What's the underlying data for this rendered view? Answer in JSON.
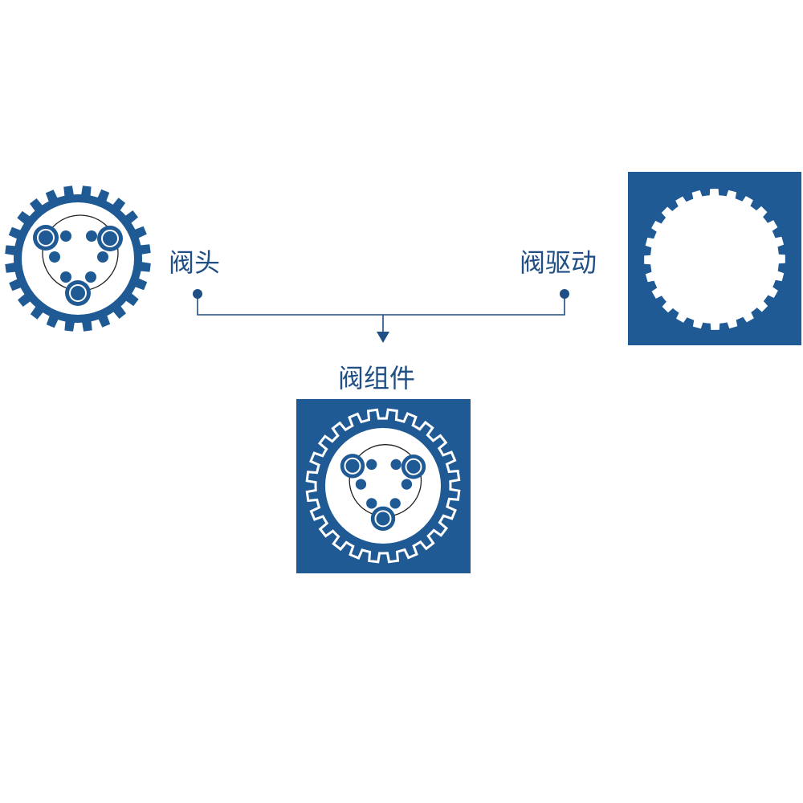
{
  "colors": {
    "primary": "#1f5a94",
    "line": "#1f4f84"
  },
  "nodes": {
    "valve_head": {
      "label": "阀头",
      "icon": "gear-with-bolts-icon"
    },
    "valve_drive": {
      "label": "阀驱动",
      "icon": "square-gear-cutout-icon"
    },
    "valve_assembly": {
      "label": "阀组件",
      "icon": "square-gear-with-bolts-icon"
    }
  },
  "edges": [
    {
      "from": "valve_head",
      "to": "valve_assembly"
    },
    {
      "from": "valve_drive",
      "to": "valve_assembly"
    }
  ]
}
